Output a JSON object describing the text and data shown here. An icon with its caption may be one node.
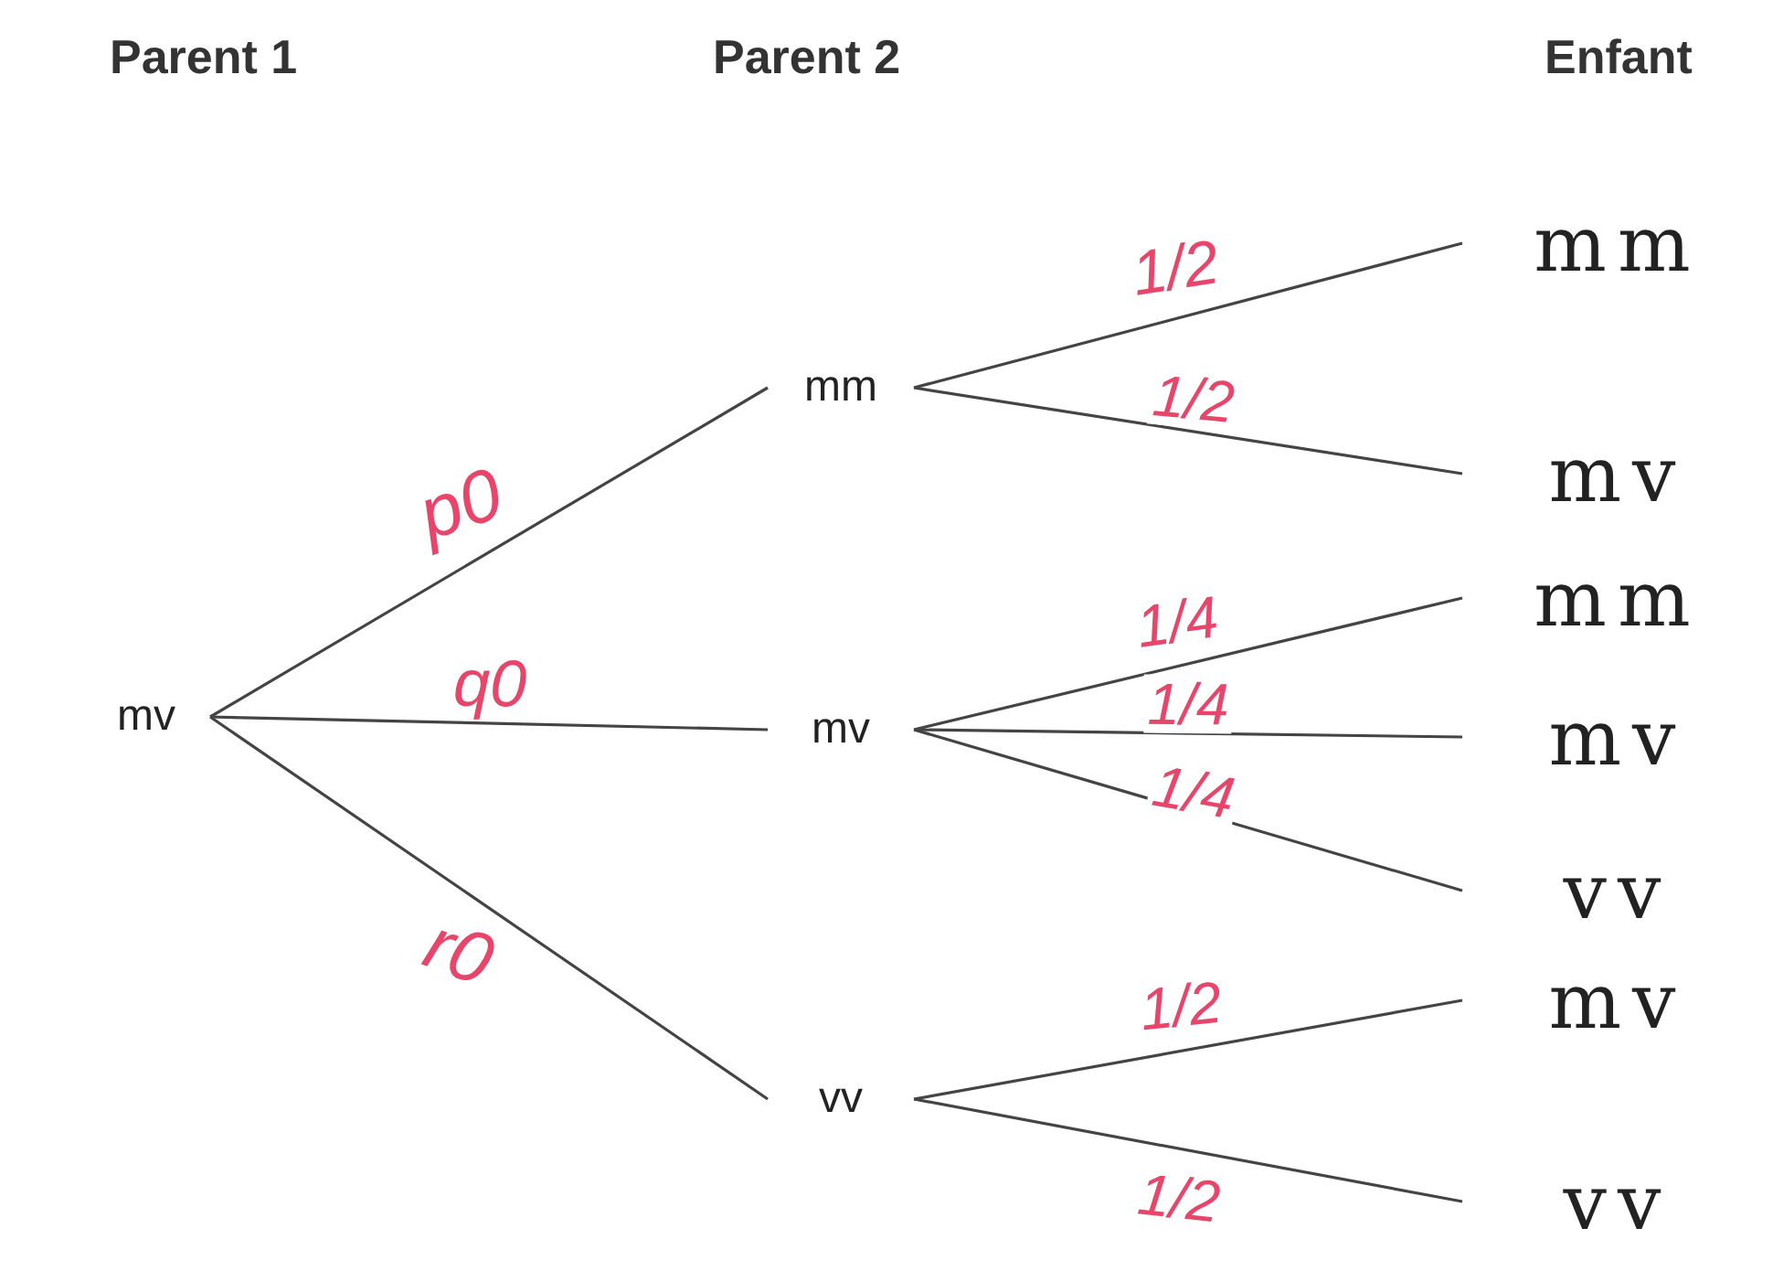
{
  "diagram": {
    "nodes": [
      {
        "text": [
          "mv"
        ]
      },
      {
        "text": [
          "mm"
        ]
      },
      {
        "text": [
          "mv"
        ]
      },
      {
        "text": [
          "vv"
        ]
      },
      {
        "text": [
          "mm"
        ]
      },
      {
        "text": [
          "mv"
        ]
      },
      {
        "text": [
          "mm"
        ]
      },
      {
        "text": [
          "mv"
        ]
      },
      {
        "text": [
          "vv"
        ]
      },
      {
        "text": [
          "mv"
        ]
      },
      {
        "text": [
          "vv"
        ]
      }
    ],
    "edges": [
      {
        "from": 0,
        "to": 1,
        "arrow": "none",
        "label": "p0"
      },
      {
        "from": 0,
        "to": 2,
        "arrow": "none",
        "label": "q0"
      },
      {
        "from": 0,
        "to": 3,
        "arrow": "none",
        "label": "r0"
      },
      {
        "from": 1,
        "to": 4,
        "arrow": "none",
        "label": "1/2"
      },
      {
        "from": 1,
        "to": 5,
        "arrow": "none",
        "label": "1/2"
      },
      {
        "from": 2,
        "to": 6,
        "arrow": "none",
        "label": "1/4"
      },
      {
        "from": 2,
        "to": 7,
        "arrow": "none",
        "label": "1/4"
      },
      {
        "from": 2,
        "to": 8,
        "arrow": "none",
        "label": "1/4"
      },
      {
        "from": 3,
        "to": 9,
        "arrow": "none",
        "label": "1/2"
      },
      {
        "from": 3,
        "to": 10,
        "arrow": "none",
        "label": "1/2"
      }
    ],
    "labels": [
      "Parent 1",
      "Parent 2",
      "Enfant"
    ]
  }
}
